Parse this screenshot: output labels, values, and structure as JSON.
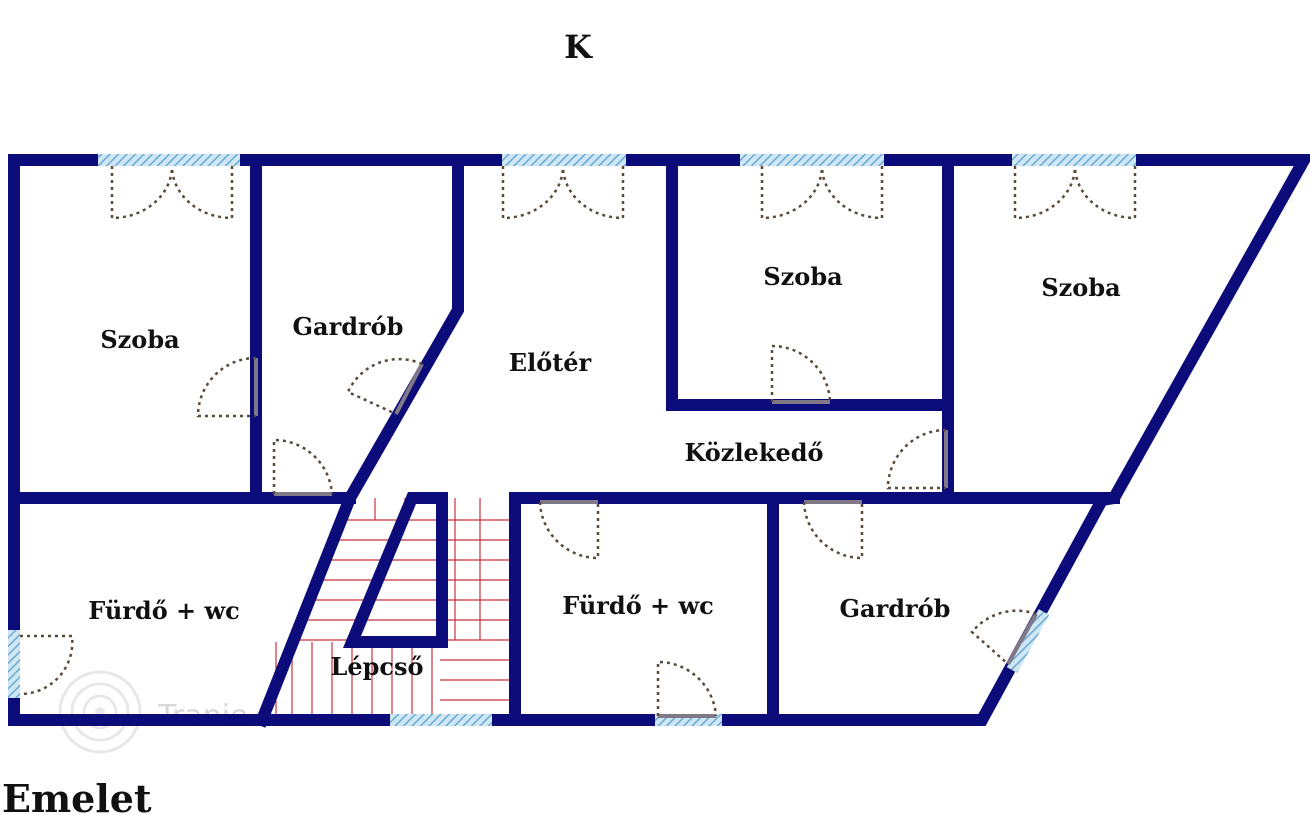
{
  "compass": "K",
  "floor": "Emelet",
  "rooms": {
    "szoba_left": "Szoba",
    "gardrob_top": "Gardrób",
    "eloter": "Előtér",
    "szoba_mid": "Szoba",
    "szoba_right": "Szoba",
    "kozlekedo": "Közlekedő",
    "furdo_left": "Fürdő + wc",
    "lepcso": "Lépcső",
    "furdo_mid": "Fürdő + wc",
    "gardrob_bottom": "Gardrób"
  },
  "watermark": "Tranio",
  "colors": {
    "wall": "#0b0b7a",
    "window": "#8fc0e0",
    "stairs": "#c8323c"
  },
  "icons": {
    "window": "hatched-window-icon",
    "door": "door-swing-icon",
    "watermark": "tranio-logo-icon"
  }
}
